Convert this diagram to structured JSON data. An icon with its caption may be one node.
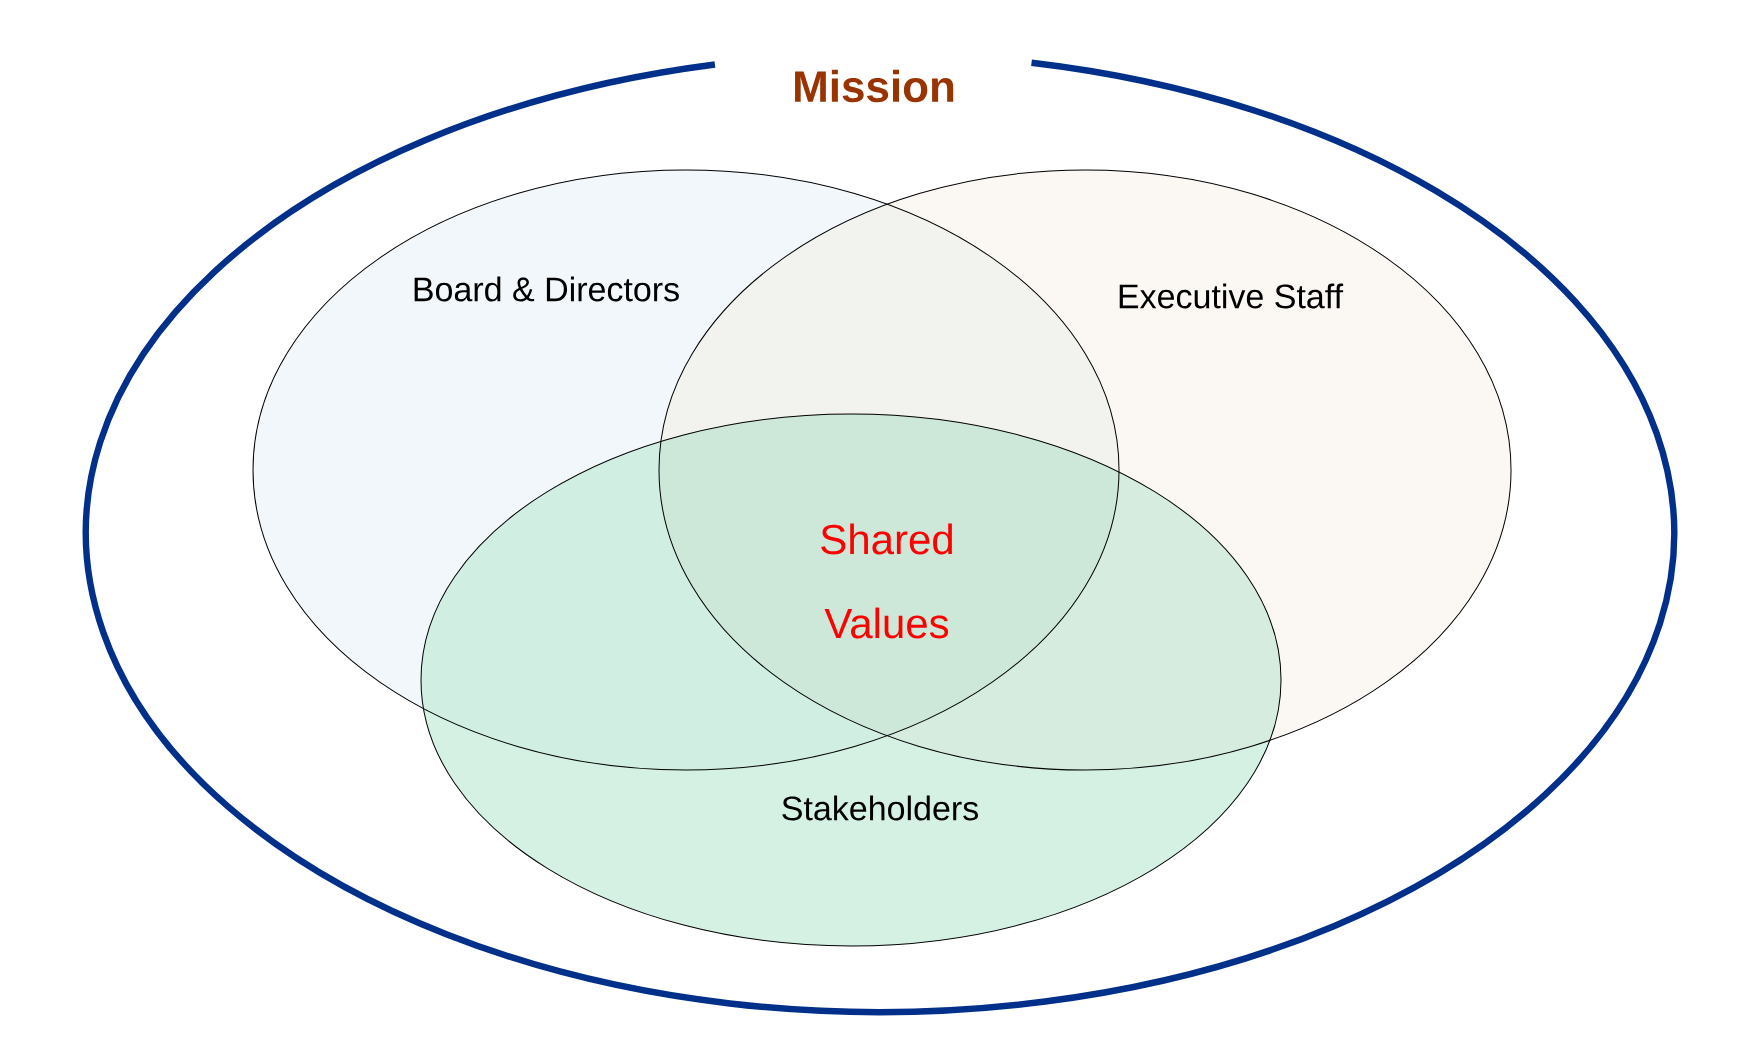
{
  "diagram": {
    "nodes": [
      {
        "text": [
          "Mission"
        ]
      },
      {
        "text": [
          "Board & Directors"
        ],
        "in": 0
      },
      {
        "text": [
          "Executive Staff"
        ],
        "in": 0
      },
      {
        "text": [
          "Stakeholders"
        ],
        "in": 0
      }
    ],
    "edges": [],
    "labels": [
      "Shared Values"
    ]
  }
}
